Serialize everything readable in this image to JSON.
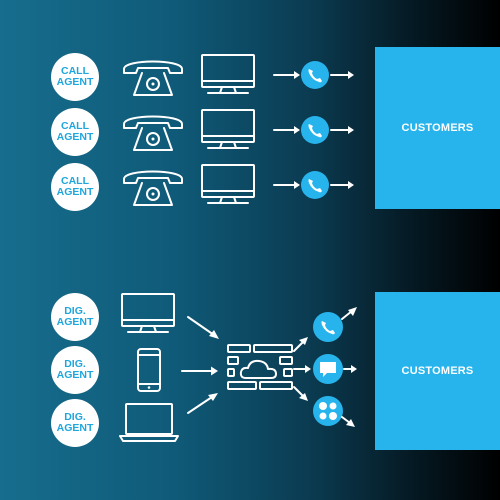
{
  "top_section": {
    "agents": [
      {
        "line1": "CALL",
        "line2": "AGENT"
      },
      {
        "line1": "CALL",
        "line2": "AGENT"
      },
      {
        "line1": "CALL",
        "line2": "AGENT"
      }
    ],
    "device_icons": [
      "telephone-icon",
      "monitor-icon"
    ],
    "channel_icon": "phone-call-icon",
    "customers_label": "CUSTOMERS"
  },
  "bottom_section": {
    "agents": [
      {
        "line1": "DIG.",
        "line2": "AGENT"
      },
      {
        "line1": "DIG.",
        "line2": "AGENT"
      },
      {
        "line1": "DIG.",
        "line2": "AGENT"
      }
    ],
    "device_icons": [
      "monitor-icon",
      "smartphone-icon",
      "laptop-icon"
    ],
    "hub_icon": "cloud-firewall-icon",
    "channel_icons": [
      "phone-call-icon",
      "chat-message-icon",
      "social-media-icon"
    ],
    "customers_label": "CUSTOMERS"
  },
  "colors": {
    "accent": "#27b4ec",
    "badge_text": "#1fa6dc",
    "bg_start": "#176d8d",
    "bg_end": "#000000"
  }
}
